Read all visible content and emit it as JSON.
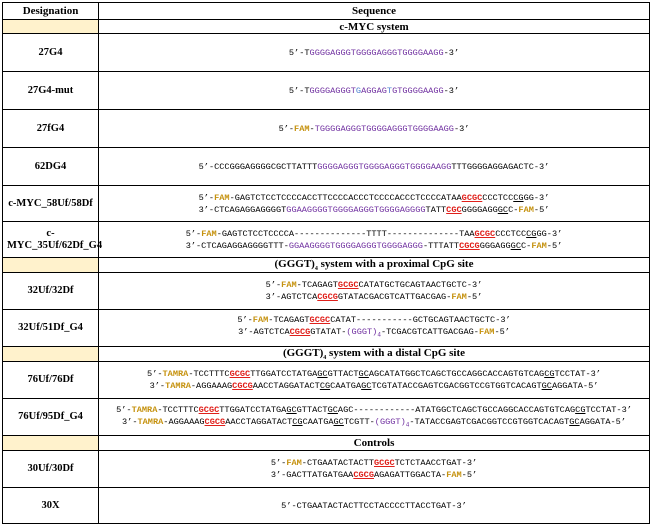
{
  "header": {
    "designation": "Designation",
    "sequence": "Sequence"
  },
  "sections": {
    "cmyc": "c-MYC system",
    "proximal_pre": "(GGGT)",
    "proximal_sub": "4",
    "proximal_post": " system with a proximal CpG site",
    "distal_pre": "(GGGT)",
    "distal_sub": "4",
    "distal_post": " system with a distal CpG site",
    "controls": "Controls"
  },
  "rows": {
    "r1": {
      "name": "27G4",
      "l1": [
        "5’-T",
        "GGGGAGGGTGGGGAGGGTGGGGAAGG",
        "-3’"
      ]
    },
    "r2": {
      "name": "27G4-mut",
      "l1": [
        "5’-T",
        "GGGGAGGGT",
        "G",
        "AGGAG",
        "T",
        "GTGGGGAAGG",
        "-3’"
      ]
    },
    "r3": {
      "name": "27fG4",
      "l1": [
        "5’-",
        "FAM",
        "-",
        "TGGGGAGGGTGGGGAGGGTGGGGAAGG",
        "-3’"
      ]
    },
    "r4": {
      "name": "62DG4",
      "l1": [
        "5’-CCCGGGAGGGGCGCTTATTT",
        "GGGGAGGGTGGGGAGGGTGGGGAAGG",
        "TTTGGGGAGGAGACTC-3’"
      ]
    },
    "r5": {
      "name": "c-MYC_58Uf/58Df",
      "l1": [
        "5’-",
        "FAM",
        "-GAGTCTCCTCCCCACCTTCCCCACCCTCCCCACCCTCCCCATAA",
        "GCGC",
        "CCCTCC",
        "CG",
        "GG-3’"
      ],
      "l2": [
        "3’-CTCAGAGGAGGGGT",
        "GGAAGGGGTGGGGAGGGTGGGGAGGGG",
        "TATT",
        "CGC",
        "GGGGAGG",
        "GC",
        "C-",
        "FAM",
        "-5’"
      ]
    },
    "r6": {
      "name": "c-MYC_35Uf/62Df_G4",
      "l1": [
        "5’-",
        "FAM",
        "-GAGTCTCCTCCCCA--------------TTTT--------------TAA",
        "GCGC",
        "CCCTCC",
        "CG",
        "GG-3’"
      ],
      "l2": [
        "3’-CTCAGAGGAGGGGTTT-",
        "GGAAGGGGTGGGGAGGGTGGGGAGGG",
        "-TTTATT",
        "CGCG",
        "GGGAGG",
        "GC",
        "C-",
        "FAM",
        "-5’"
      ]
    },
    "r7": {
      "name": "32Uf/32Df",
      "l1": [
        "5’-",
        "FAM",
        "-TCAGAGT",
        "GCGC",
        "CATATGCTGCAGTAACTGCTC-3’"
      ],
      "l2": [
        "3’-AGTCTCA",
        "CGCG",
        "GTATACGACGTCATTGACGAG-",
        "FAM",
        "-5’"
      ]
    },
    "r8": {
      "name": "32Uf/51Df_G4",
      "l1": [
        "5’-",
        "FAM",
        "-TCAGAGT",
        "GCGC",
        "CATAT-----------GCTGCAGTAACTGCTC-3’"
      ],
      "l2": [
        "3’-AGTCTCA",
        "CGCG",
        "GTATAT-",
        "(GGGT)",
        "4",
        "-TCGACGTCATTGACGAG-",
        "FAM",
        "-5’"
      ]
    },
    "r9": {
      "name": "76Uf/76Df",
      "l1": [
        "5’-",
        "TAMRA",
        "-TCCTTTC",
        "GCGC",
        "TTGGATCCTATGA",
        "GC",
        "GTTACT",
        "GC",
        "AGCATATGGCTCAGCTGCCAGGCACCAGTGTCAG",
        "CG",
        "TCCTAT-3’"
      ],
      "l2": [
        "3’-",
        "TAMRA",
        "-AGGAAAG",
        "CGCG",
        "AACCTAGGATACT",
        "CG",
        "CAATGA",
        "GC",
        "TCGTATACCGAGTCGACGGTCCGTGGTCACAGT",
        "GC",
        "AGGATA-5’"
      ]
    },
    "r10": {
      "name": "76Uf/95Df_G4",
      "l1": [
        "5’-",
        "TAMRA",
        "-TCCTTTC",
        "GCGC",
        "TTGGATCCTATGA",
        "GC",
        "GTTACT",
        "GC",
        "AGC------------ATATGGCTCAGCTGCCAGGCACCAGTGTCAG",
        "CG",
        "TCCTAT-3’"
      ],
      "l2": [
        "3’-",
        "TAMRA",
        "-AGGAAAG",
        "CGCG",
        "AACCTAGGATACT",
        "CG",
        "CAATGA",
        "GC",
        "TCGTT-",
        "(GGGT)",
        "4",
        "-TATACCGAGTCGACGGTCCGTGGTCACAGT",
        "GC",
        "AGGATA-5’"
      ]
    },
    "r11": {
      "name": "30Uf/30Df",
      "l1": [
        "5’-",
        "FAM",
        "-CTGAATACTACTT",
        "GCGC",
        "TCTCTAACCTGAT-3’"
      ],
      "l2": [
        "3’-GACTTATGATGAA",
        "CGCG",
        "AGAGATTGGACTA-",
        "FAM",
        "-5’"
      ]
    },
    "r12": {
      "name": "30X",
      "l1": [
        "5’-CTGAATACTACTTCCTACCCCTTACCTGAT-3’"
      ]
    }
  },
  "colors": {
    "g4_purple": "#7030a0",
    "fluorophore_gold": "#c5910d",
    "cpg_red": "#e0201b",
    "mutation_blue": "#4a7fd0",
    "section_left_fill": "#fff2cc"
  }
}
